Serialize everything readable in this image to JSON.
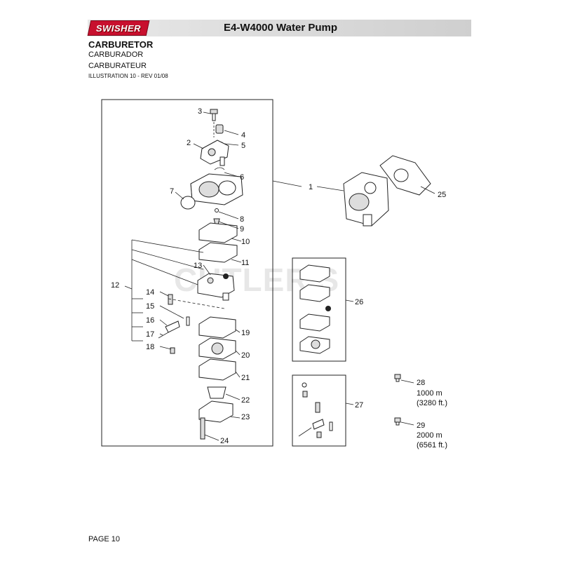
{
  "header": {
    "brand": "SWISHER",
    "title": "E4-W4000 Water Pump"
  },
  "section": {
    "title": "CARBURETOR",
    "subtitle_es": "CARBURADOR",
    "subtitle_fr": "CARBURATEUR",
    "illustration": "ILLUSTRATION 10 - REV 01/08"
  },
  "watermark": "CUTLER'S",
  "callouts": {
    "c1": "1",
    "c2": "2",
    "c3": "3",
    "c4": "4",
    "c5": "5",
    "c6": "6",
    "c7": "7",
    "c8": "8",
    "c9": "9",
    "c10": "10",
    "c11": "11",
    "c12": "12",
    "c13": "13",
    "c14": "14",
    "c15": "15",
    "c16": "16",
    "c17": "17",
    "c18": "18",
    "c19": "19",
    "c20": "20",
    "c21": "21",
    "c22": "22",
    "c23": "23",
    "c24": "24",
    "c25": "25",
    "c26": "26",
    "c27": "27",
    "c28": "28",
    "c29": "29"
  },
  "altitude": {
    "a28_m": "1000 m",
    "a28_ft": "(3280 ft.)",
    "a29_m": "2000 m",
    "a29_ft": "(6561 ft.)"
  },
  "footer": {
    "page": "PAGE 10"
  }
}
